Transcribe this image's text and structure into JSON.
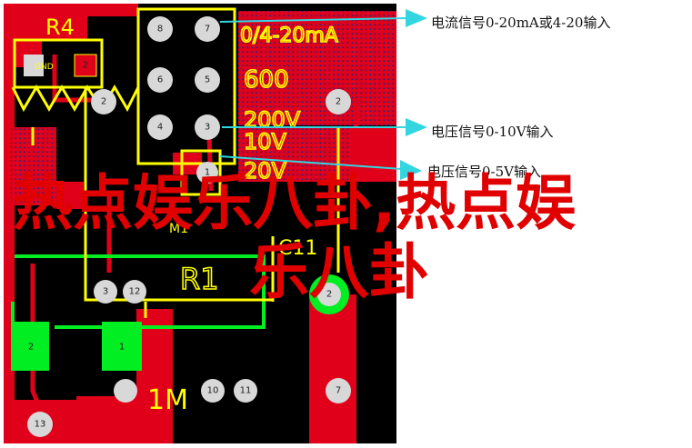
{
  "annotations": [
    {
      "text": "电流信号0-20mA或4-20输入"
    },
    {
      "text": "电压信号0-10V输入"
    },
    {
      "text": "电压信号0-5V输入"
    }
  ],
  "silkscreen": {
    "r4": "R4",
    "range_420": "0/4-20mA",
    "v600": "600",
    "v200": "200V",
    "v10": "10V",
    "v20": "20V",
    "r1": "R1",
    "m1": "M1",
    "c11": "C11",
    "one_m": "1M",
    "gnd": "GND"
  },
  "pads": {
    "p8": "8",
    "p7a": "7",
    "p6": "6",
    "p5": "5",
    "p4": "4",
    "p3": "3",
    "p2a": "2",
    "p2b": "2",
    "p12": "12",
    "p3b": "3",
    "p2c": "2",
    "p10": "10",
    "p11": "11",
    "p7b": "7",
    "p13": "13",
    "p2d": "2",
    "p1": "1"
  },
  "watermark": {
    "line1": "热点娱乐八卦,热点娱",
    "line2": "乐八卦"
  },
  "colors": {
    "board": "#000000",
    "copper_red": "#e0001a",
    "silk_yellow": "#ffff00",
    "green": "#00ee22",
    "arrow": "#33d6e0",
    "pad": "#d8d8d8"
  }
}
